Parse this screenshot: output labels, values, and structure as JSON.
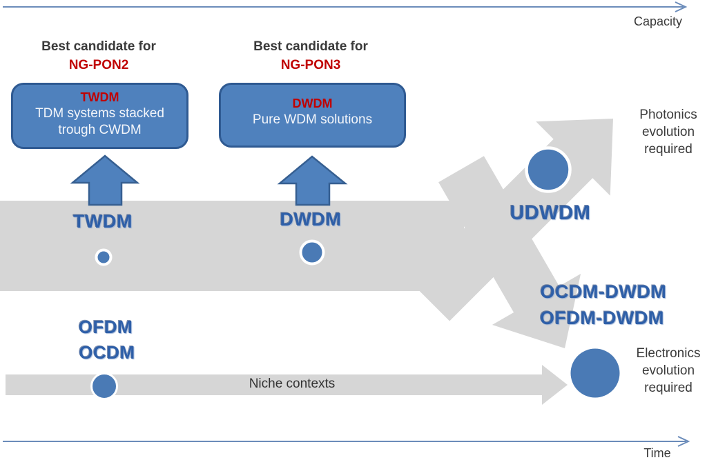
{
  "axes": {
    "capacity_label": "Capacity",
    "time_label": "Time"
  },
  "candidates": [
    {
      "heading": "Best candidate for",
      "name": "NG-PON2",
      "box_title": "TWDM",
      "box_lines": [
        "TDM systems stacked",
        "trough CWDM"
      ]
    },
    {
      "heading": "Best candidate for",
      "name": "NG-PON3",
      "box_title": "DWDM",
      "box_lines": [
        "Pure WDM solutions"
      ]
    }
  ],
  "timeline_labels": {
    "twdm": "TWDM",
    "dwdm": "DWDM",
    "udwdm": "UDWDM"
  },
  "niche_branch_labels": {
    "ofdm": "OFDM",
    "ocdm": "OCDM",
    "ocdm_dwdm": "OCDM-DWDM",
    "ofdm_dwdm": "OFDM-DWDM"
  },
  "niche_label": "Niche contexts",
  "photonics_note": {
    "lines": [
      "Photonics",
      "evolution",
      "required"
    ]
  },
  "electronics_note": {
    "lines": [
      "Electronics",
      "evolution",
      "required"
    ]
  },
  "colors": {
    "accent_blue": "#4f81bd",
    "dark_blue": "#2f5a92",
    "wordart_blue": "#2e5fa8",
    "red": "#c00000",
    "band_gray": "#d6d6d6",
    "axis_blue": "#6b8cba",
    "text_dark": "#3a3a3a"
  }
}
